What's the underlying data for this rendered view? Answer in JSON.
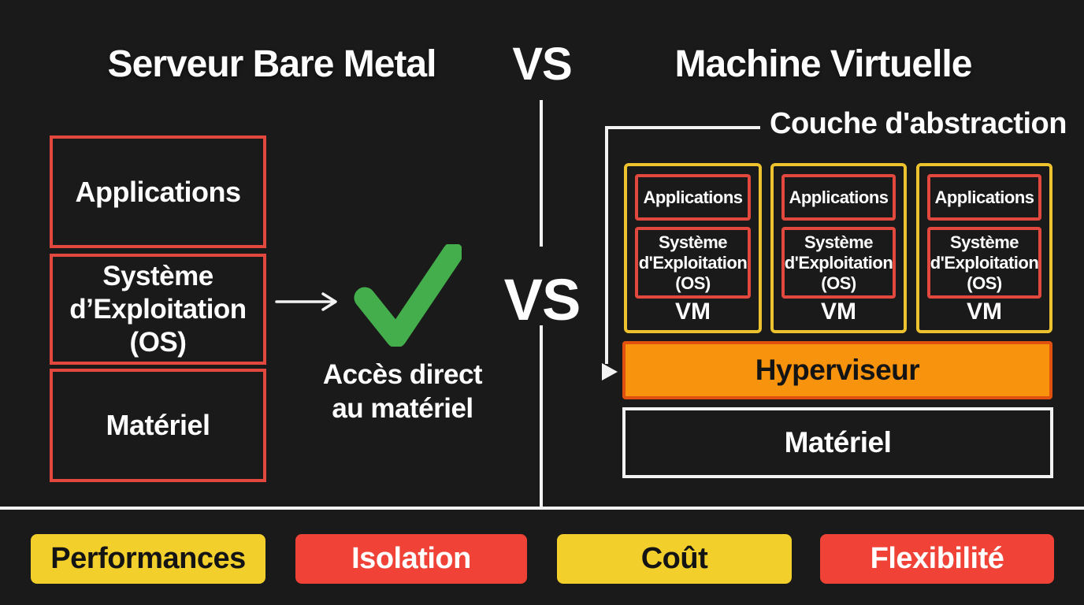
{
  "colors": {
    "background": "#1a1a1a",
    "red_border": "#e2483d",
    "yellow_border": "#ecc22e",
    "orange_fill": "#f7930d",
    "orange_border": "#e0500f",
    "green_check": "#44ad4c",
    "badge_yellow": "#f2cf2a",
    "badge_red": "#f04237",
    "line": "#f2f2f2",
    "text_light": "#fdfdfd",
    "text_dark": "#141414"
  },
  "header": {
    "left_title": "Serveur Bare Metal",
    "vs": "VS",
    "right_title": "Machine Virtuelle"
  },
  "left_panel": {
    "layers": [
      {
        "lines": [
          "Applications"
        ]
      },
      {
        "lines": [
          "Système",
          "d’Exploitation",
          "(OS)"
        ]
      },
      {
        "lines": [
          "Matériel"
        ]
      }
    ],
    "caption_lines": [
      "Accès direct",
      "au matériel"
    ]
  },
  "center": {
    "vs": "VS"
  },
  "right_panel": {
    "abstraction_label": "Couche d'abstraction",
    "vms": [
      {
        "app": "Applications",
        "os_lines": [
          "Système",
          "d'Exploitation",
          "(OS)"
        ],
        "label": "VM"
      },
      {
        "app": "Applications",
        "os_lines": [
          "Système",
          "d'Exploitation",
          "(OS)"
        ],
        "label": "VM"
      },
      {
        "app": "Applications",
        "os_lines": [
          "Système",
          "d'Exploitation",
          "(OS)"
        ],
        "label": "VM"
      }
    ],
    "hypervisor": "Hyperviseur",
    "hardware": "Matériel"
  },
  "footer": {
    "badges": [
      {
        "label": "Performances",
        "style": "yellow"
      },
      {
        "label": "Isolation",
        "style": "red"
      },
      {
        "label": "Coût",
        "style": "yellow"
      },
      {
        "label": "Flexibilité",
        "style": "red"
      }
    ]
  }
}
